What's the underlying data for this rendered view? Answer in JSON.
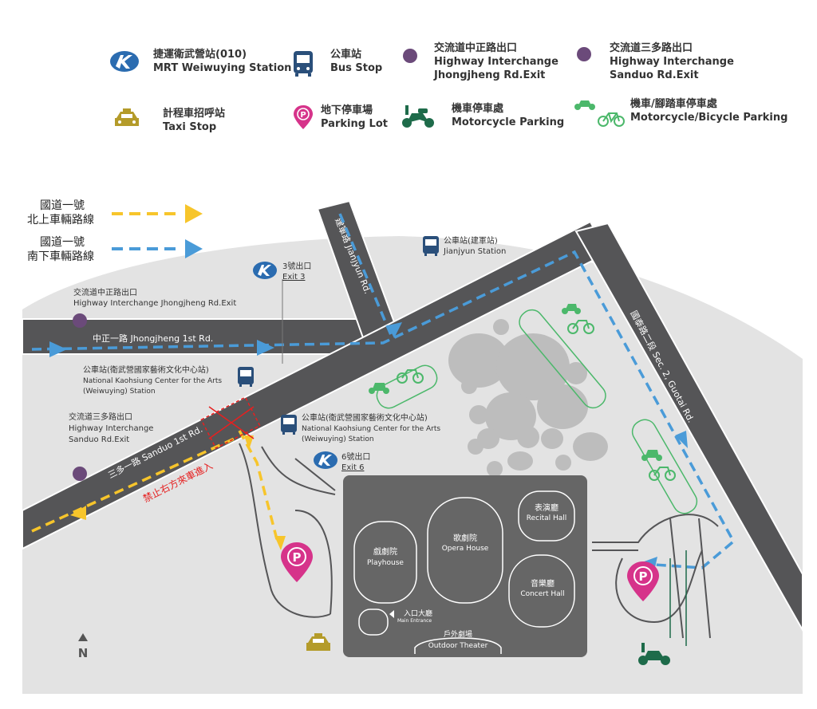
{
  "colors": {
    "road": "#555557",
    "road_edge": "#ffffff",
    "ground": "#e3e3e3",
    "block": "#666666",
    "stone": "#bdbdbd",
    "north_route": "#f7c52b",
    "south_route": "#4a9bd8",
    "mrt": "#2b6cb0",
    "bus": "#2a4f7a",
    "exit_dot": "#6b4a7a",
    "taxi": "#b49b2a",
    "parking": "#d6338a",
    "moto": "#1e6b4a",
    "bike": "#4cb86b",
    "warning": "#e62020"
  },
  "legend": [
    {
      "icon": "mrt-icon",
      "zh": "捷運衛武營站(010)",
      "en": "MRT Weiwuying Station"
    },
    {
      "icon": "bus-icon",
      "zh": "公車站",
      "en": "Bus Stop"
    },
    {
      "icon": "exit-dot-icon",
      "zh": "交流道中正路出口",
      "en": "Highway Interchange",
      "en2": "Jhongjheng Rd.Exit"
    },
    {
      "icon": "exit-dot-icon",
      "zh": "交流道三多路出口",
      "en": "Highway Interchange",
      "en2": "Sanduo Rd.Exit"
    },
    {
      "icon": "taxi-icon",
      "zh": "計程車招呼站",
      "en": "Taxi Stop"
    },
    {
      "icon": "parking-icon",
      "zh": "地下停車場",
      "en": "Parking Lot"
    },
    {
      "icon": "motorcycle-icon",
      "zh": "機車停車處",
      "en": "Motorcycle Parking"
    },
    {
      "icon": "motorcycle-bicycle-icon",
      "zh": "機車/腳踏車停車處",
      "en": "Motorcycle/Bicycle Parking"
    }
  ],
  "routes": {
    "north_label_1": "國道一號",
    "north_label_2": "北上車輛路線",
    "south_label_1": "國道一號",
    "south_label_2": "南下車輛路線"
  },
  "roads": {
    "jianjyun": "建軍路 Jianjyun Rd.",
    "jhongjheng": "中正一路 Jhongjheng 1st Rd.",
    "sanduo": "三多一路 Sanduo 1st Rd.",
    "guotai": "國泰路二段 Sec. 2, Guotai Rd."
  },
  "labels": {
    "exit3_zh": "3號出口",
    "exit3_en": "Exit 3",
    "exit6_zh": "6號出口",
    "exit6_en": "Exit 6",
    "bus_jianjyun_zh": "公車站(建軍站)",
    "bus_jianjyun_en": "Jianjyun Station",
    "hw_jhongjheng_zh": "交流道中正路出口",
    "hw_jhongjheng_en": "Highway Interchange Jhongjheng Rd.Exit",
    "bus_ncfta_zh": "公車站(衛武營國家藝術文化中心站)",
    "bus_ncfta_en1": "National Kaohsiung Center for the Arts",
    "bus_ncfta_en2": "(Weiwuying) Station",
    "bus_ncfta2_zh": "公車站(衛武營國家藝術文化中心站)",
    "bus_ncfta2_en1": "National Kaohsiung Center for the Arts",
    "bus_ncfta2_en2": "(Weiwuying) Station",
    "hw_sanduo_zh": "交流道三多路出口",
    "hw_sanduo_en1": "Highway Interchange",
    "hw_sanduo_en2": "Sanduo Rd.Exit",
    "no_right_turn": "禁止右方來車進入",
    "north": "N"
  },
  "venues": {
    "playhouse_zh": "戲劇院",
    "playhouse_en": "Playhouse",
    "opera_zh": "歌劇院",
    "opera_en": "Opera House",
    "recital_zh": "表演廳",
    "recital_en": "Recital Hall",
    "concert_zh": "音樂廳",
    "concert_en": "Concert Hall",
    "entrance_zh": "入口大廳",
    "entrance_en": "Main Entrance",
    "outdoor_zh": "戶外劇場",
    "outdoor_en": "Outdoor Theater"
  }
}
